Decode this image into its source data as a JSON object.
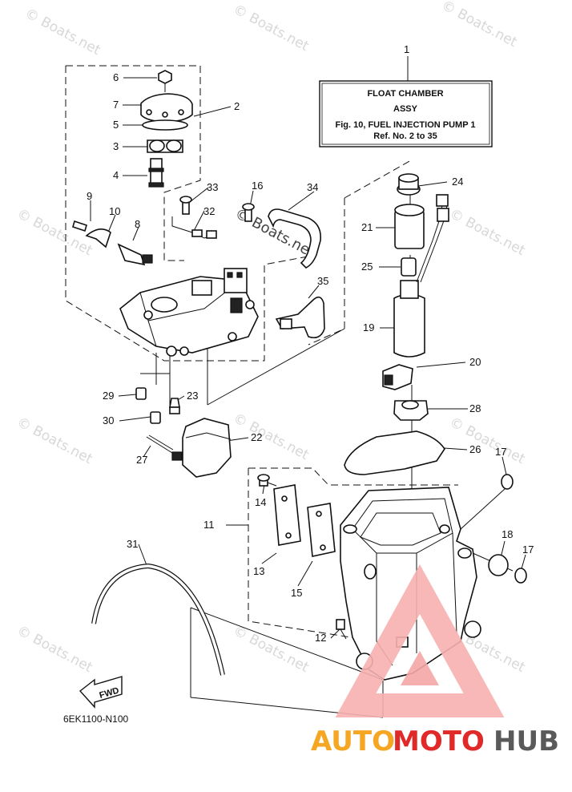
{
  "title_box": {
    "ref_number": "1",
    "line1": "FLOAT CHAMBER",
    "line2": "ASSY",
    "line3": "Fig. 10, FUEL INJECTION PUMP 1",
    "line4": "Ref. No. 2 to 35"
  },
  "diagram_ref": "6EK1100-N100",
  "fwd_label": "FWD",
  "watermark_text": "© Boats.net",
  "logo": {
    "part1": "AUTO",
    "part2": "MOTO",
    "part3": "HUB",
    "colors": {
      "orange": "#f5a623",
      "red": "#e02a2a",
      "gray": "#5a5a5a"
    }
  },
  "callouts": [
    "1",
    "2",
    "3",
    "4",
    "5",
    "6",
    "7",
    "8",
    "9",
    "10",
    "11",
    "12",
    "13",
    "14",
    "15",
    "16",
    "17",
    "17",
    "18",
    "19",
    "20",
    "21",
    "24",
    "25",
    "26",
    "27",
    "28",
    "29",
    "30",
    "31",
    "32",
    "33",
    "34",
    "35",
    "22",
    "23"
  ]
}
